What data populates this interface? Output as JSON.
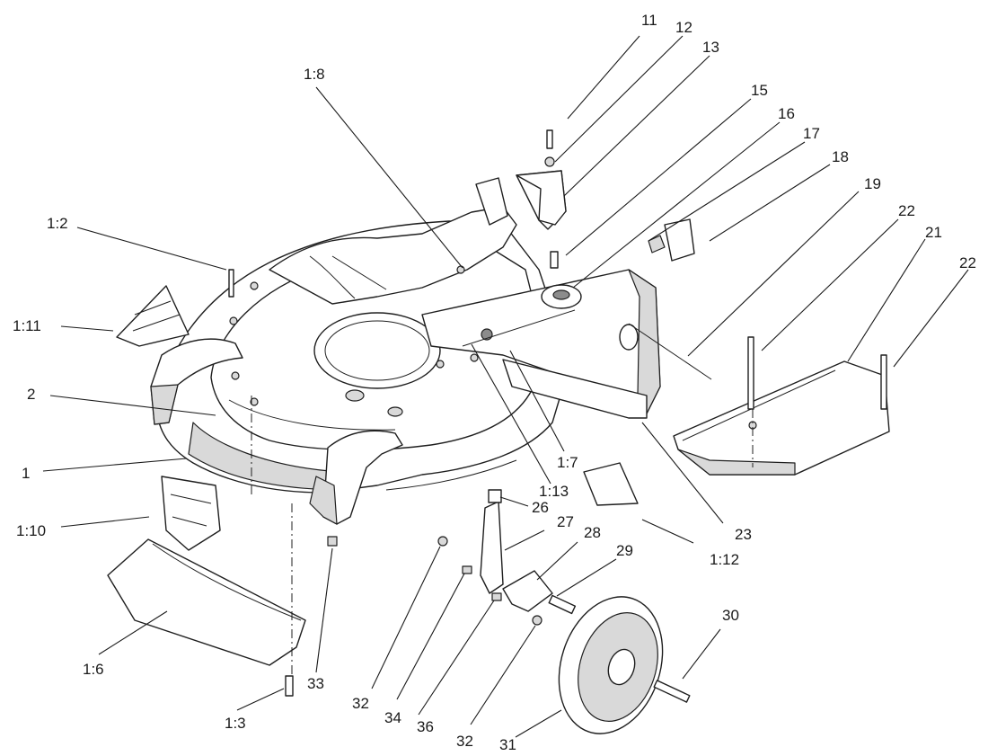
{
  "callouts": [
    {
      "id": "c-11",
      "label": "11"
    },
    {
      "id": "c-12",
      "label": "12"
    },
    {
      "id": "c-13",
      "label": "13"
    },
    {
      "id": "c-1-8",
      "label": "1:8"
    },
    {
      "id": "c-15",
      "label": "15"
    },
    {
      "id": "c-16",
      "label": "16"
    },
    {
      "id": "c-17",
      "label": "17"
    },
    {
      "id": "c-18",
      "label": "18"
    },
    {
      "id": "c-19",
      "label": "19"
    },
    {
      "id": "c-22a",
      "label": "22"
    },
    {
      "id": "c-21",
      "label": "21"
    },
    {
      "id": "c-22b",
      "label": "22"
    },
    {
      "id": "c-1-2",
      "label": "1:2"
    },
    {
      "id": "c-1-11",
      "label": "1:11"
    },
    {
      "id": "c-2",
      "label": "2"
    },
    {
      "id": "c-1",
      "label": "1"
    },
    {
      "id": "c-1-7",
      "label": "1:7"
    },
    {
      "id": "c-1-13",
      "label": "1:13"
    },
    {
      "id": "c-26",
      "label": "26"
    },
    {
      "id": "c-23",
      "label": "23"
    },
    {
      "id": "c-1-10",
      "label": "1:10"
    },
    {
      "id": "c-27",
      "label": "27"
    },
    {
      "id": "c-28",
      "label": "28"
    },
    {
      "id": "c-29",
      "label": "29"
    },
    {
      "id": "c-1-12",
      "label": "1:12"
    },
    {
      "id": "c-30",
      "label": "30"
    },
    {
      "id": "c-1-6",
      "label": "1:6"
    },
    {
      "id": "c-33",
      "label": "33"
    },
    {
      "id": "c-32a",
      "label": "32"
    },
    {
      "id": "c-34",
      "label": "34"
    },
    {
      "id": "c-36",
      "label": "36"
    },
    {
      "id": "c-32b",
      "label": "32"
    },
    {
      "id": "c-31",
      "label": "31"
    },
    {
      "id": "c-1-3",
      "label": "1:3"
    }
  ]
}
